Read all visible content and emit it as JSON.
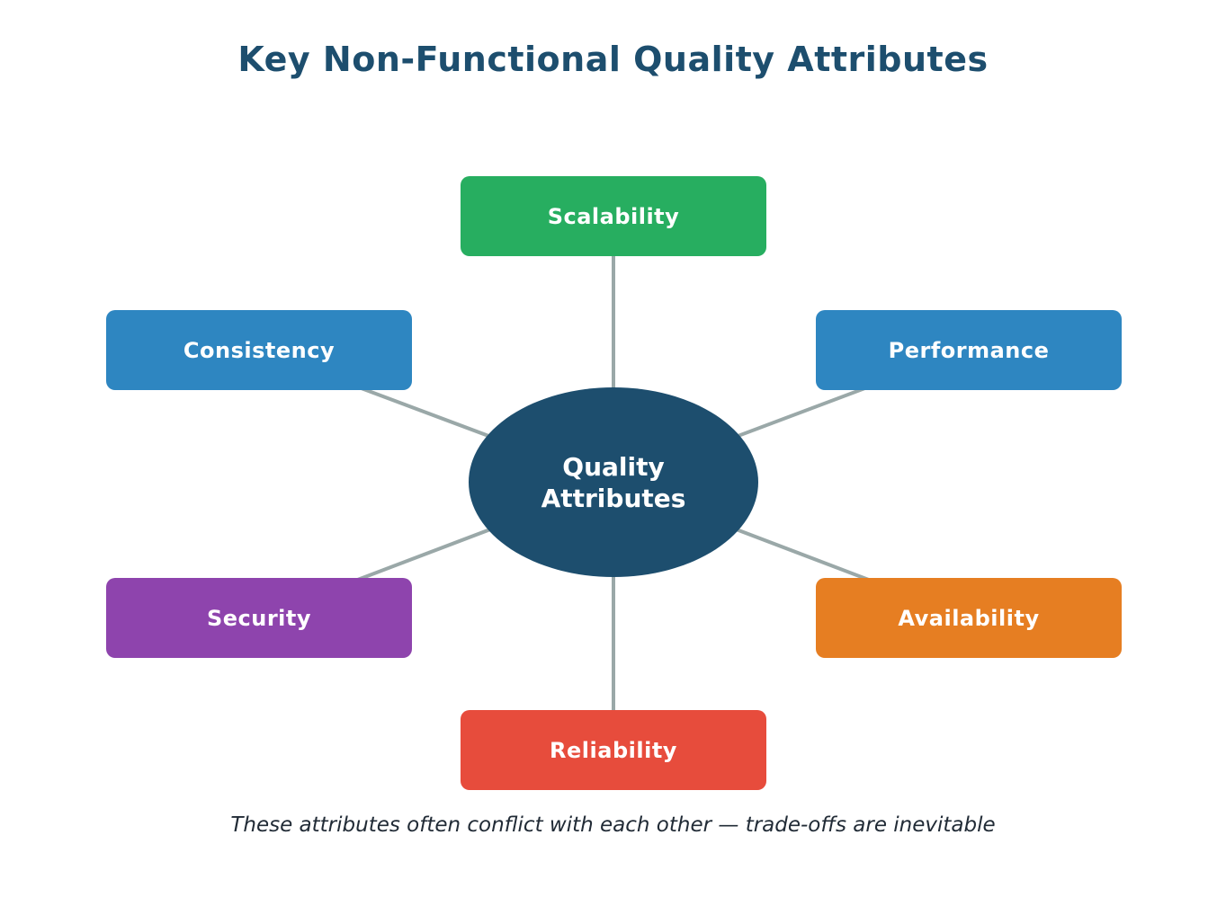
{
  "title": "Key Non-Functional Quality Attributes",
  "title_color": "#1d4e6e",
  "center": {
    "line1": "Quality",
    "line2": "Attributes",
    "color": "#1d4e6e"
  },
  "nodes": [
    {
      "label": "Scalability",
      "color": "#27ae60",
      "position": "top"
    },
    {
      "label": "Consistency",
      "color": "#2e86c1",
      "position": "upper-left"
    },
    {
      "label": "Performance",
      "color": "#2e86c1",
      "position": "upper-right"
    },
    {
      "label": "Security",
      "color": "#8e44ad",
      "position": "lower-left"
    },
    {
      "label": "Availability",
      "color": "#e67e22",
      "position": "lower-right"
    },
    {
      "label": "Reliability",
      "color": "#e74c3c",
      "position": "bottom"
    }
  ],
  "connector_color": "#9aa8a8",
  "caption": "These attributes often conflict with each other — trade-offs are inevitable",
  "caption_color": "#212b36"
}
